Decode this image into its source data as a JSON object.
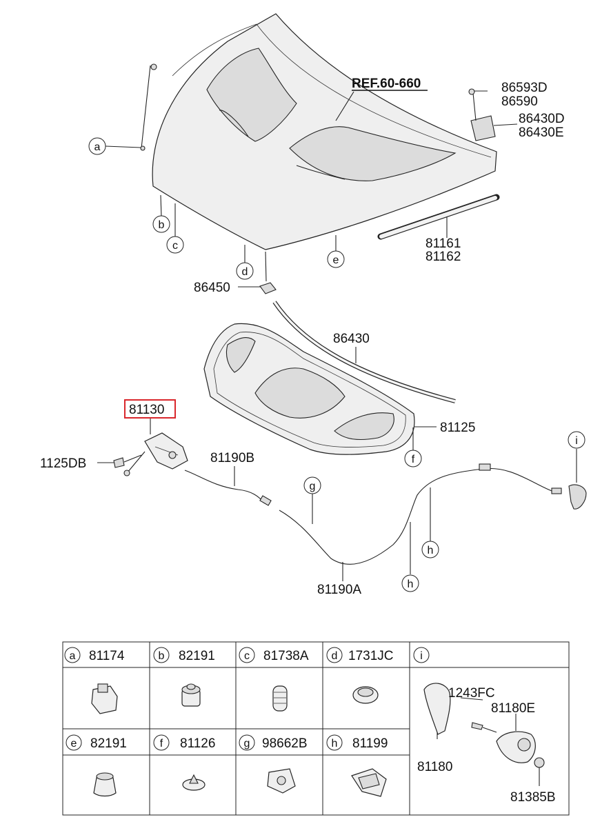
{
  "ref_label": "REF.60-660",
  "highlight_color": "#d9262b",
  "part_labels": {
    "p86593D": "86593D",
    "p86590": "86590",
    "p86430D": "86430D",
    "p86430E": "86430E",
    "p81161": "81161",
    "p81162": "81162",
    "p86450": "86450",
    "p86430": "86430",
    "p81125": "81125",
    "p81130": "81130",
    "p1125DB": "1125DB",
    "p81190B": "81190B",
    "p81190A": "81190A"
  },
  "callouts": {
    "a": "a",
    "b": "b",
    "c": "c",
    "d": "d",
    "e": "e",
    "f": "f",
    "g": "g",
    "h1": "h",
    "h2": "h",
    "i": "i"
  },
  "legend": {
    "row1": [
      {
        "letter": "a",
        "part": "81174"
      },
      {
        "letter": "b",
        "part": "82191"
      },
      {
        "letter": "c",
        "part": "81738A"
      },
      {
        "letter": "d",
        "part": "1731JC"
      },
      {
        "letter": "i",
        "part": ""
      }
    ],
    "row2": [
      {
        "letter": "e",
        "part": "82191"
      },
      {
        "letter": "f",
        "part": "81126"
      },
      {
        "letter": "g",
        "part": "98662B"
      },
      {
        "letter": "h",
        "part": "81199"
      }
    ],
    "detail_i": {
      "p1243FC": "1243FC",
      "p81180E": "81180E",
      "p81180": "81180",
      "p81385B": "81385B"
    }
  }
}
